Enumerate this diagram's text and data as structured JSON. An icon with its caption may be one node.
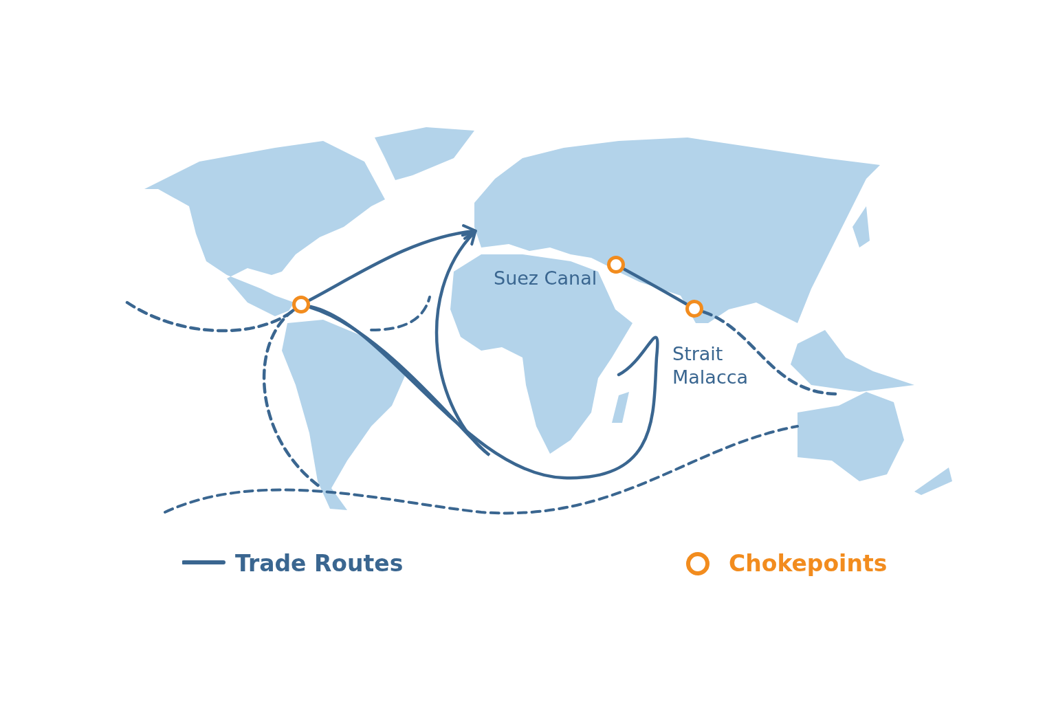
{
  "diagram": {
    "nodes": [
      {
        "text": [],
        "shape": "circle"
      },
      {
        "text": [],
        "shape": "circle",
        "beside": [
          "Suez Canal"
        ]
      },
      {
        "text": [],
        "shape": "circle",
        "beside": [
          "Strait Malacca"
        ]
      }
    ],
    "edges": [
      {
        "from": 0,
        "to": null,
        "arrow": "to"
      },
      {
        "from": 0,
        "to": null,
        "arrow": "to"
      },
      {
        "from": 0,
        "to": null,
        "arrow": "none"
      },
      {
        "from": 1,
        "to": 2,
        "arrow": "none"
      },
      {
        "from": null,
        "to": 0,
        "arrow": "none",
        "style": "dashed"
      },
      {
        "from": 0,
        "to": null,
        "arrow": "none",
        "style": "dashed"
      },
      {
        "from": 2,
        "to": null,
        "arrow": "none",
        "style": "dashed"
      }
    ],
    "legend": [
      {
        "text": "Trade Routes"
      },
      {
        "text": "Chokepoints"
      }
    ]
  }
}
